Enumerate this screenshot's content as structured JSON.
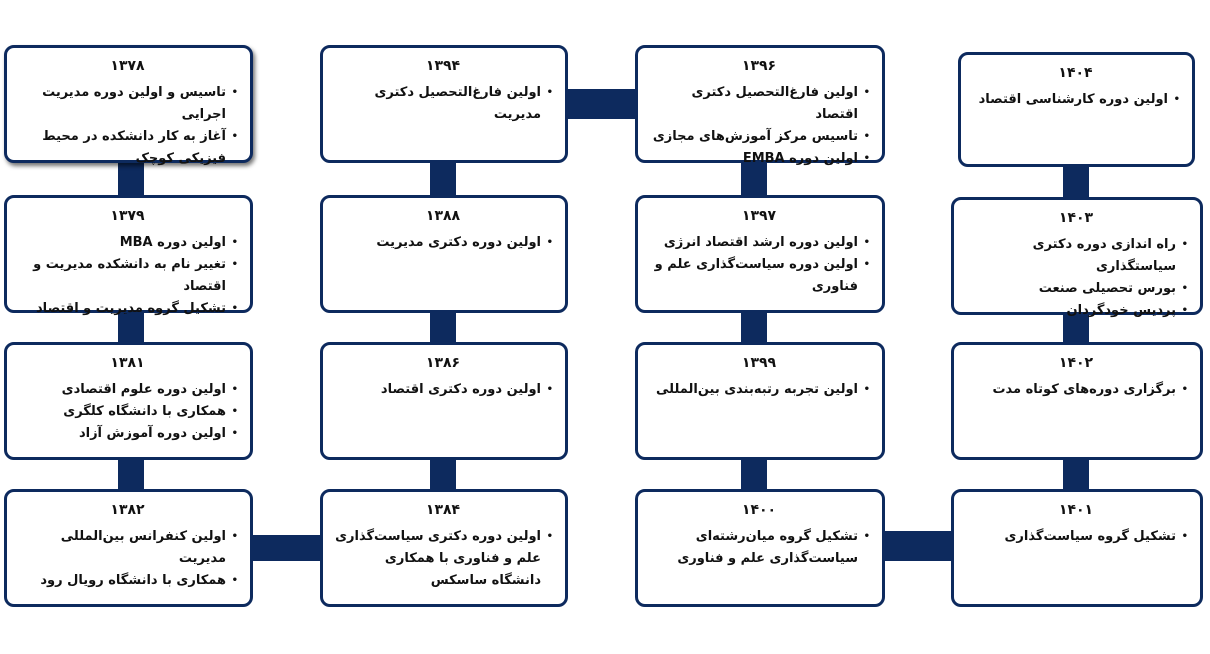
{
  "accent_color": "#0d2a5e",
  "boxes": [
    {
      "year": "۱۳۷۸",
      "items": [
        "تاسیس و اولین دوره مدیریت اجرایی",
        "آغاز به کار دانشکده در محیط فیزیکی کوچک"
      ]
    },
    {
      "year": "۱۳۹۴",
      "items": [
        "اولین فارغ‌التحصیل دکتری مدیریت"
      ]
    },
    {
      "year": "۱۳۹۶",
      "items": [
        "اولین فارغ‌التحصیل دکتری اقتصاد",
        "تاسیس مرکز آموزش‌های مجازی",
        "اولین دوره EMBA"
      ]
    },
    {
      "year": "۱۴۰۴",
      "items": [
        "اولین دوره کارشناسی اقتصاد"
      ]
    },
    {
      "year": "۱۳۷۹",
      "items": [
        "اولین دوره MBA",
        "تغییر نام به دانشکده مدیریت و اقتصاد",
        "تشکیل گروه مدیریت و اقتصاد"
      ]
    },
    {
      "year": "۱۳۸۸",
      "items": [
        "اولین دوره دکتری مدیریت"
      ]
    },
    {
      "year": "۱۳۹۷",
      "items": [
        "اولین دوره ارشد اقتصاد انرژی",
        "اولین دوره سیاست‌گذاری علم و فناوری"
      ]
    },
    {
      "year": "۱۴۰۳",
      "items": [
        "راه اندازی دوره دکتری سیاستگذاری",
        "بورس تحصیلی صنعت",
        "پردیس خودگردان"
      ]
    },
    {
      "year": "۱۳۸۱",
      "items": [
        "اولین دوره علوم اقتصادی",
        "همکاری با دانشگاه کلگری",
        "اولین دوره آموزش آزاد"
      ]
    },
    {
      "year": "۱۳۸۶",
      "items": [
        "اولین دوره دکتری اقتصاد"
      ]
    },
    {
      "year": "۱۳۹۹",
      "items": [
        "اولین تجربه رتبه‌بندی بین‌المللی"
      ]
    },
    {
      "year": "۱۴۰۲",
      "items": [
        "برگزاری دوره‌های کوتاه مدت"
      ]
    },
    {
      "year": "۱۳۸۲",
      "items": [
        "اولین کنفرانس بین‌المللی مدیریت",
        "همکاری با دانشگاه رویال رود"
      ]
    },
    {
      "year": "۱۳۸۴",
      "items": [
        "اولین دوره دکتری سیاست‌گذاری علم و فناوری با همکاری دانشگاه ساسکس"
      ]
    },
    {
      "year": "۱۴۰۰",
      "items": [
        "تشکیل گروه میان‌رشته‌ای سیاست‌گذاری علم و فناوری"
      ]
    },
    {
      "year": "۱۴۰۱",
      "items": [
        "تشکیل گروه سیاست‌گذاری"
      ]
    }
  ]
}
